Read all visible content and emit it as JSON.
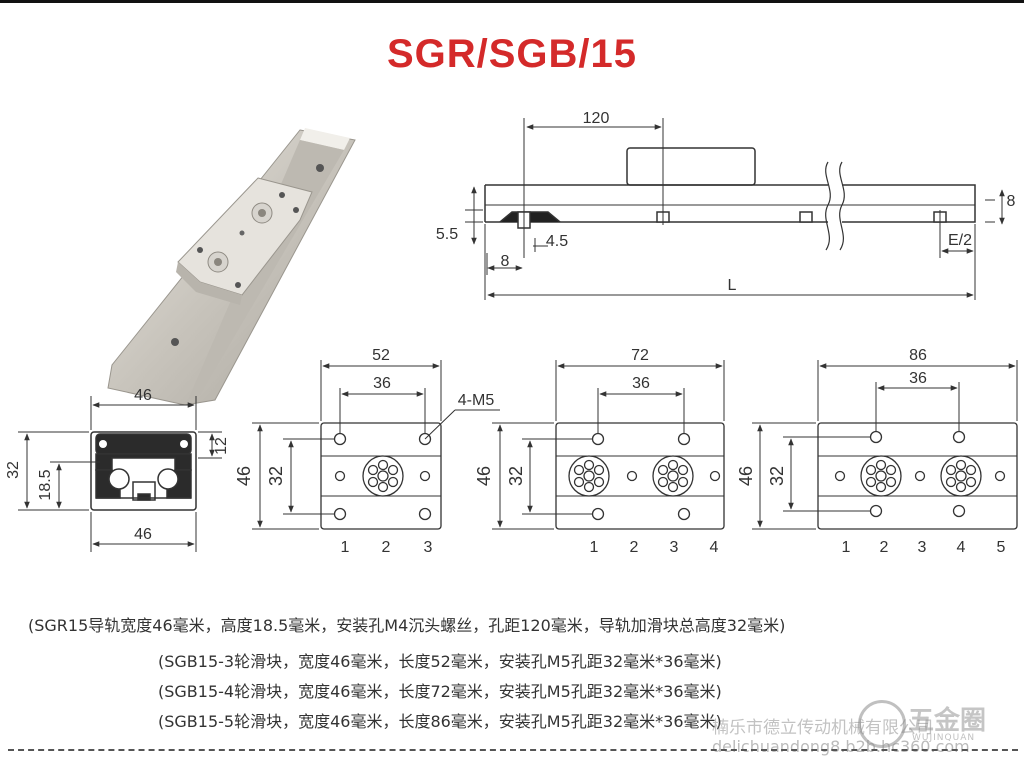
{
  "title": "SGR/SGB/15",
  "dimensions": {
    "top_120": "120",
    "top_8_right": "8",
    "top_55": "5.5",
    "top_45": "4.5",
    "top_8_left": "8",
    "top_e2": "E/2",
    "top_L": "L",
    "rail_46_top": "46",
    "rail_46_bottom": "46",
    "rail_32": "32",
    "rail_185": "18.5",
    "rail_12": "12",
    "b3_52": "52",
    "b3_36": "36",
    "b3_4m5": "4-M5",
    "b3_46": "46",
    "b3_32": "32",
    "b4_72": "72",
    "b4_36": "36",
    "b4_46": "46",
    "b4_32": "32",
    "b5_86": "86",
    "b5_36": "36",
    "b5_46": "46",
    "b5_32": "32"
  },
  "wheel_numbers": {
    "b3": [
      "1",
      "2",
      "3"
    ],
    "b4": [
      "1",
      "2",
      "3",
      "4"
    ],
    "b5": [
      "1",
      "2",
      "3",
      "4",
      "5"
    ]
  },
  "notes": [
    "(SGR15导轨宽度46毫米，高度18.5毫米，安装孔M4沉头螺丝，孔距120毫米，导轨加滑块总高度32毫米)",
    "(SGB15-3轮滑块，宽度46毫米，长度52毫米，安装孔M5孔距32毫米*36毫米)",
    "(SGB15-4轮滑块，宽度46毫米，长度72毫米，安装孔M5孔距32毫米*36毫米)",
    "(SGB15-5轮滑块，宽度46毫米，长度86毫米，安装孔M5孔距32毫米*36毫米)"
  ],
  "watermark": {
    "text": "楠乐市德立传动机械有限公司",
    "url": "delichuandong8.b2b.hc360.com",
    "brand": "五金圈",
    "sub": "WUJINQUAN"
  },
  "colors": {
    "title": "#d42a2a",
    "line": "#333333",
    "rail_body": "#c9c6c0"
  }
}
